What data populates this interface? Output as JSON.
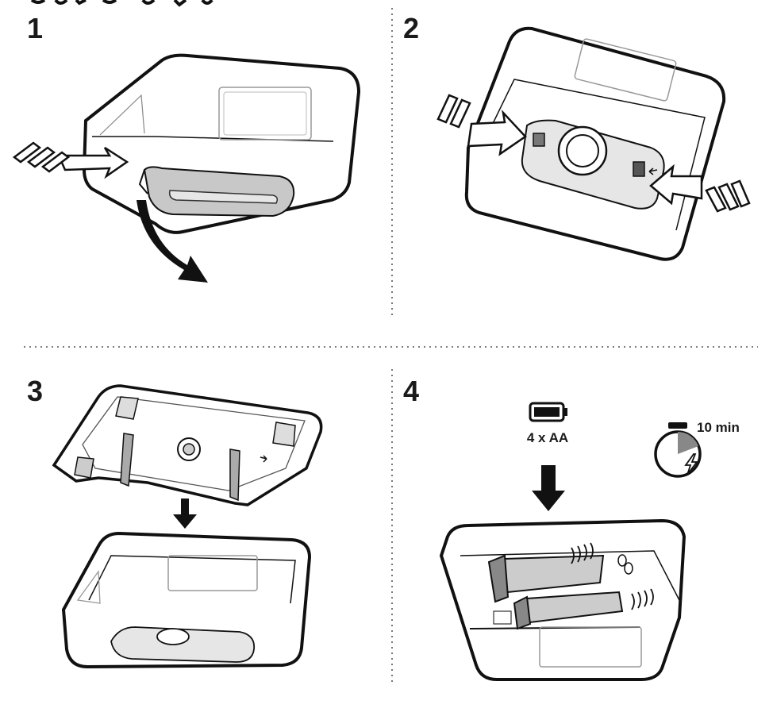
{
  "header": {
    "partial_title": ""
  },
  "steps": [
    {
      "number": "1"
    },
    {
      "number": "2"
    },
    {
      "number": "3"
    },
    {
      "number": "4"
    }
  ],
  "battery": {
    "label": "4 x AA"
  },
  "timer": {
    "label": "10 min"
  },
  "colors": {
    "stroke": "#111111",
    "tray_fill": "#c8c8c8",
    "tray_dark": "#6e6e6e",
    "bg": "#ffffff",
    "divider": "#555555"
  },
  "icons": [
    "push-arrow-icon",
    "rotate-arrow-icon",
    "down-arrow-icon",
    "battery-icon",
    "stopwatch-icon",
    "charging-bolt-icon"
  ]
}
